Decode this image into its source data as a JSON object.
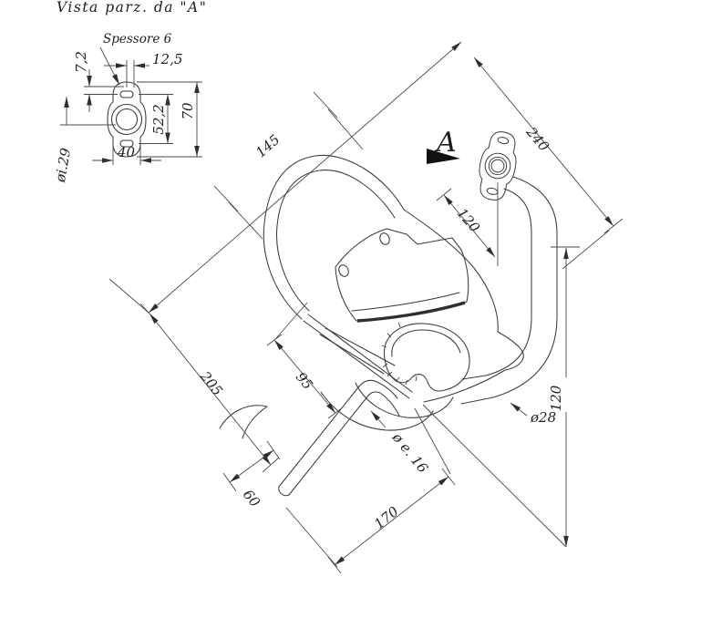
{
  "colors": {
    "background": "#ffffff",
    "line": "#3a3a3a",
    "text": "#222222"
  },
  "title": "Vista parz. da \"A\"",
  "detail_view": {
    "thickness_note": "Spessore 6",
    "dim_7_2": "7,2",
    "dim_12_5": "12,5",
    "dim_52_2": "52,2",
    "dim_70": "70",
    "dim_40": "40",
    "dim_inner_dia": "øi.29"
  },
  "view_indicator": {
    "label": "A"
  },
  "main_view": {
    "dim_145": "145",
    "dim_240": "240",
    "dim_120_upper": "120",
    "dim_95": "95",
    "dim_205": "205",
    "dim_60": "60",
    "dim_170": "170",
    "dim_120_vertical": "120",
    "dim_pipe_dia": "ø28",
    "dim_tube_dia": "ø e. 16"
  }
}
